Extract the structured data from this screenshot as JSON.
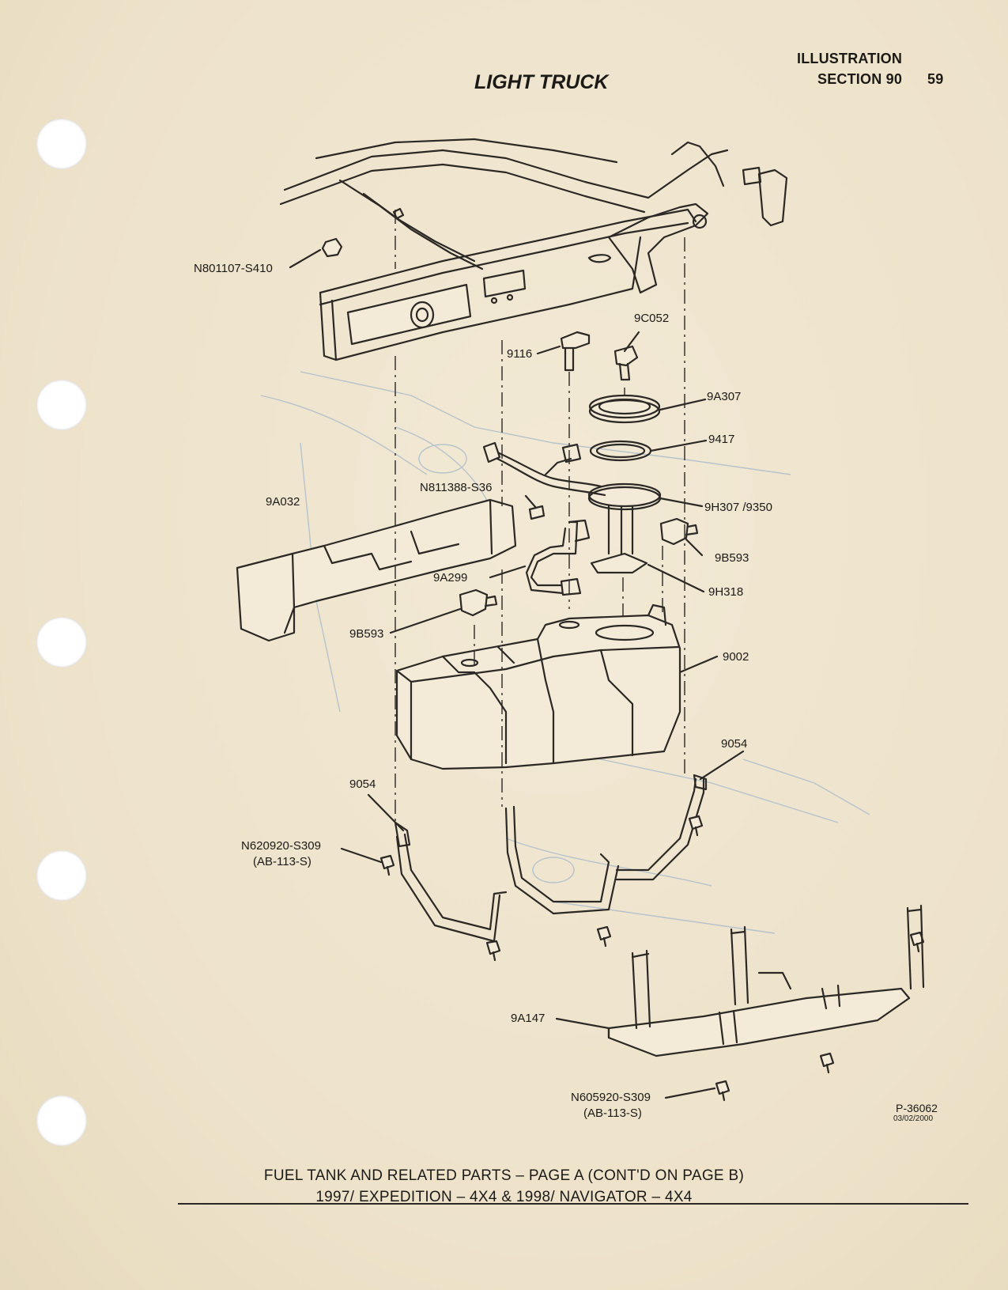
{
  "header": {
    "illustration_label": "ILLUSTRATION",
    "section_label": "SECTION 90",
    "page_number": "59",
    "title": "LIGHT TRUCK"
  },
  "callouts": {
    "n801107": "N801107-S410",
    "c9c052": "9C052",
    "c9116": "9116",
    "c9a307": "9A307",
    "c9417": "9417",
    "n811388": "N811388-S36",
    "c9a032": "9A032",
    "c9h307": "9H307 /9350",
    "c9b593_right": "9B593",
    "c9a299": "9A299",
    "c9h318": "9H318",
    "c9b593_left": "9B593",
    "c9002": "9002",
    "c9054_right": "9054",
    "c9054_left": "9054",
    "n620920": "N620920-S309",
    "n620920_sub": "(AB-113-S)",
    "c9a147": "9A147",
    "n605920": "N605920-S309",
    "n605920_sub": "(AB-113-S)",
    "ref_number": "P-36062",
    "ref_date": "03/02/2000"
  },
  "caption": {
    "line1": "FUEL TANK AND RELATED PARTS – PAGE A (CONT'D ON PAGE B)",
    "line2": "1997/ EXPEDITION – 4X4 & 1998/ NAVIGATOR – 4X4"
  }
}
